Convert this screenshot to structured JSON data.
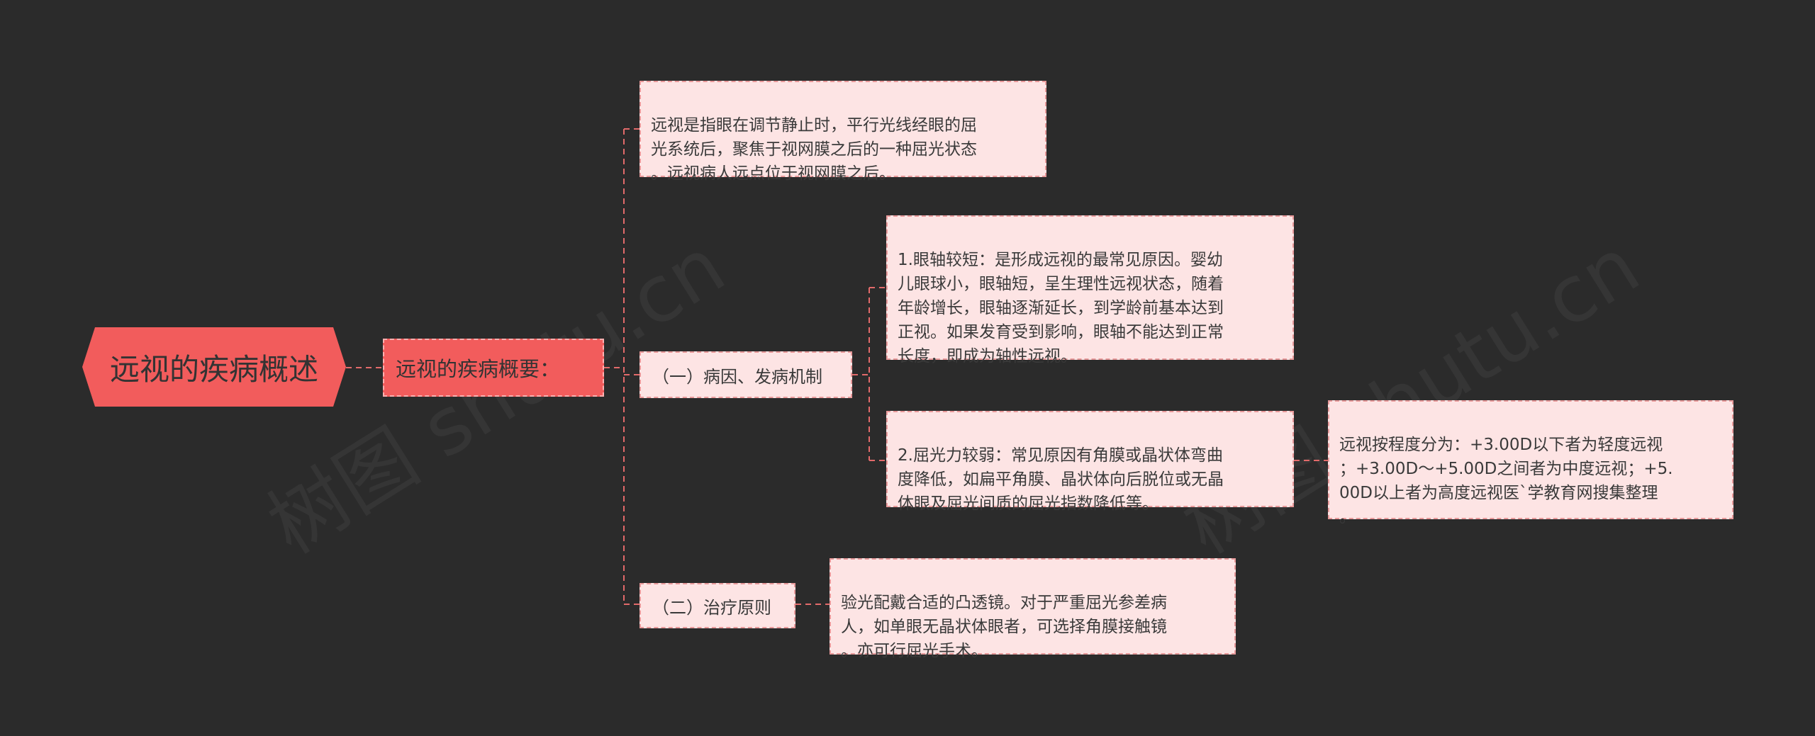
{
  "root": {
    "label": "远视的疾病概述"
  },
  "sub": {
    "label": "远视的疾病概要："
  },
  "definition": {
    "text": "远视是指眼在调节静止时，平行光线经眼的屈\n光系统后，聚焦于视网膜之后的一种屈光状态\n。远视病人远点位于视网膜之后。"
  },
  "cause": {
    "label": "（一）病因、发病机制",
    "items": [
      {
        "text": "1.眼轴较短：是形成远视的最常见原因。婴幼\n儿眼球小，眼轴短，呈生理性远视状态，随着\n年龄增长，眼轴逐渐延长，到学龄前基本达到\n正视。如果发育受到影响，眼轴不能达到正常\n长度，即成为轴性远视。"
      },
      {
        "text": "2.屈光力较弱：常见原因有角膜或晶状体弯曲\n度降低，如扁平角膜、晶状体向后脱位或无晶\n体眼及屈光间质的屈光指数降低等。"
      }
    ],
    "detail": {
      "text": "远视按程度分为：+3.00D以下者为轻度远视\n；+3.00D～+5.00D之间者为中度远视；+5.\n00D以上者为高度远视医`学教育网搜集整理\n。"
    }
  },
  "treatment": {
    "label": "（二）治疗原则",
    "detail": {
      "text": "验光配戴合适的凸透镜。对于严重屈光参差病\n人，如单眼无晶状体眼者，可选择角膜接触镜\n。亦可行屈光手术。"
    }
  },
  "watermarks": [
    "树图 shutu.cn",
    "树图 shutu.cn"
  ],
  "colors": {
    "background": "#2b2b2b",
    "accent": "#f25c5c",
    "leaf": "#fde4e4",
    "connector": "#e26a6a"
  }
}
